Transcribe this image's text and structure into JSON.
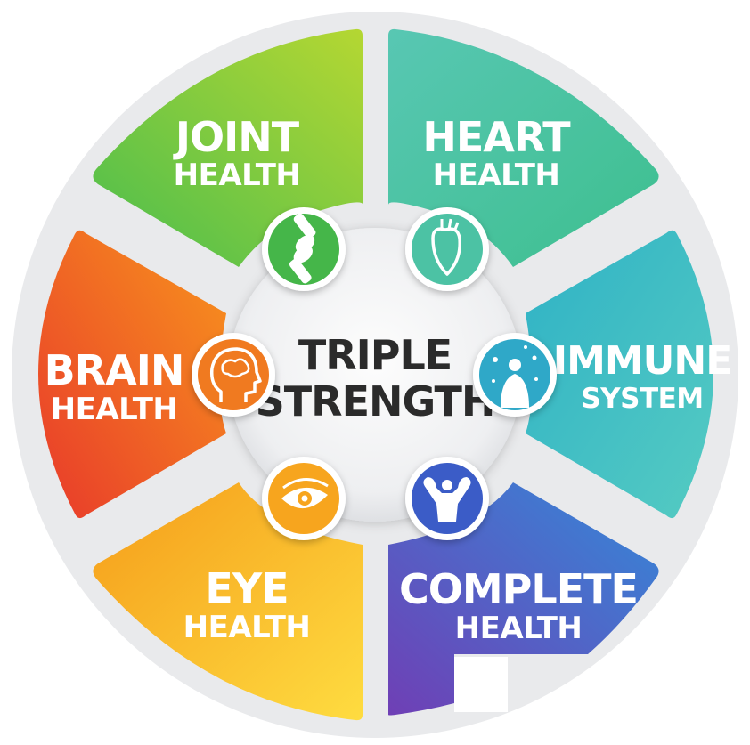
{
  "center": {
    "line1": "TRIPLE",
    "line2": "STRENGTH"
  },
  "segments": [
    {
      "line1": "JOINT",
      "line2": "HEALTH",
      "icon": "joint-icon"
    },
    {
      "line1": "HEART",
      "line2": "HEALTH",
      "icon": "heart-icon"
    },
    {
      "line1": "IMMUNE",
      "line2": "SYSTEM",
      "icon": "immune-icon"
    },
    {
      "line1": "COMPLETE",
      "line2": "HEALTH",
      "icon": "muscle-icon"
    },
    {
      "line1": "EYE",
      "line2": "HEALTH",
      "icon": "eye-icon"
    },
    {
      "line1": "BRAIN",
      "line2": "HEALTH",
      "icon": "brain-icon"
    }
  ],
  "colors": {
    "joint": [
      "#4bbf4f",
      "#a6d433"
    ],
    "heart": [
      "#4fc6b0",
      "#3ab7a4"
    ],
    "immune": [
      "#34b8c9",
      "#4cc7c2"
    ],
    "complete": [
      "#6b46b8",
      "#3c7fd6"
    ],
    "eye": [
      "#f5a51d",
      "#fdd23c"
    ],
    "brain": [
      "#e9452a",
      "#f7911e"
    ]
  }
}
